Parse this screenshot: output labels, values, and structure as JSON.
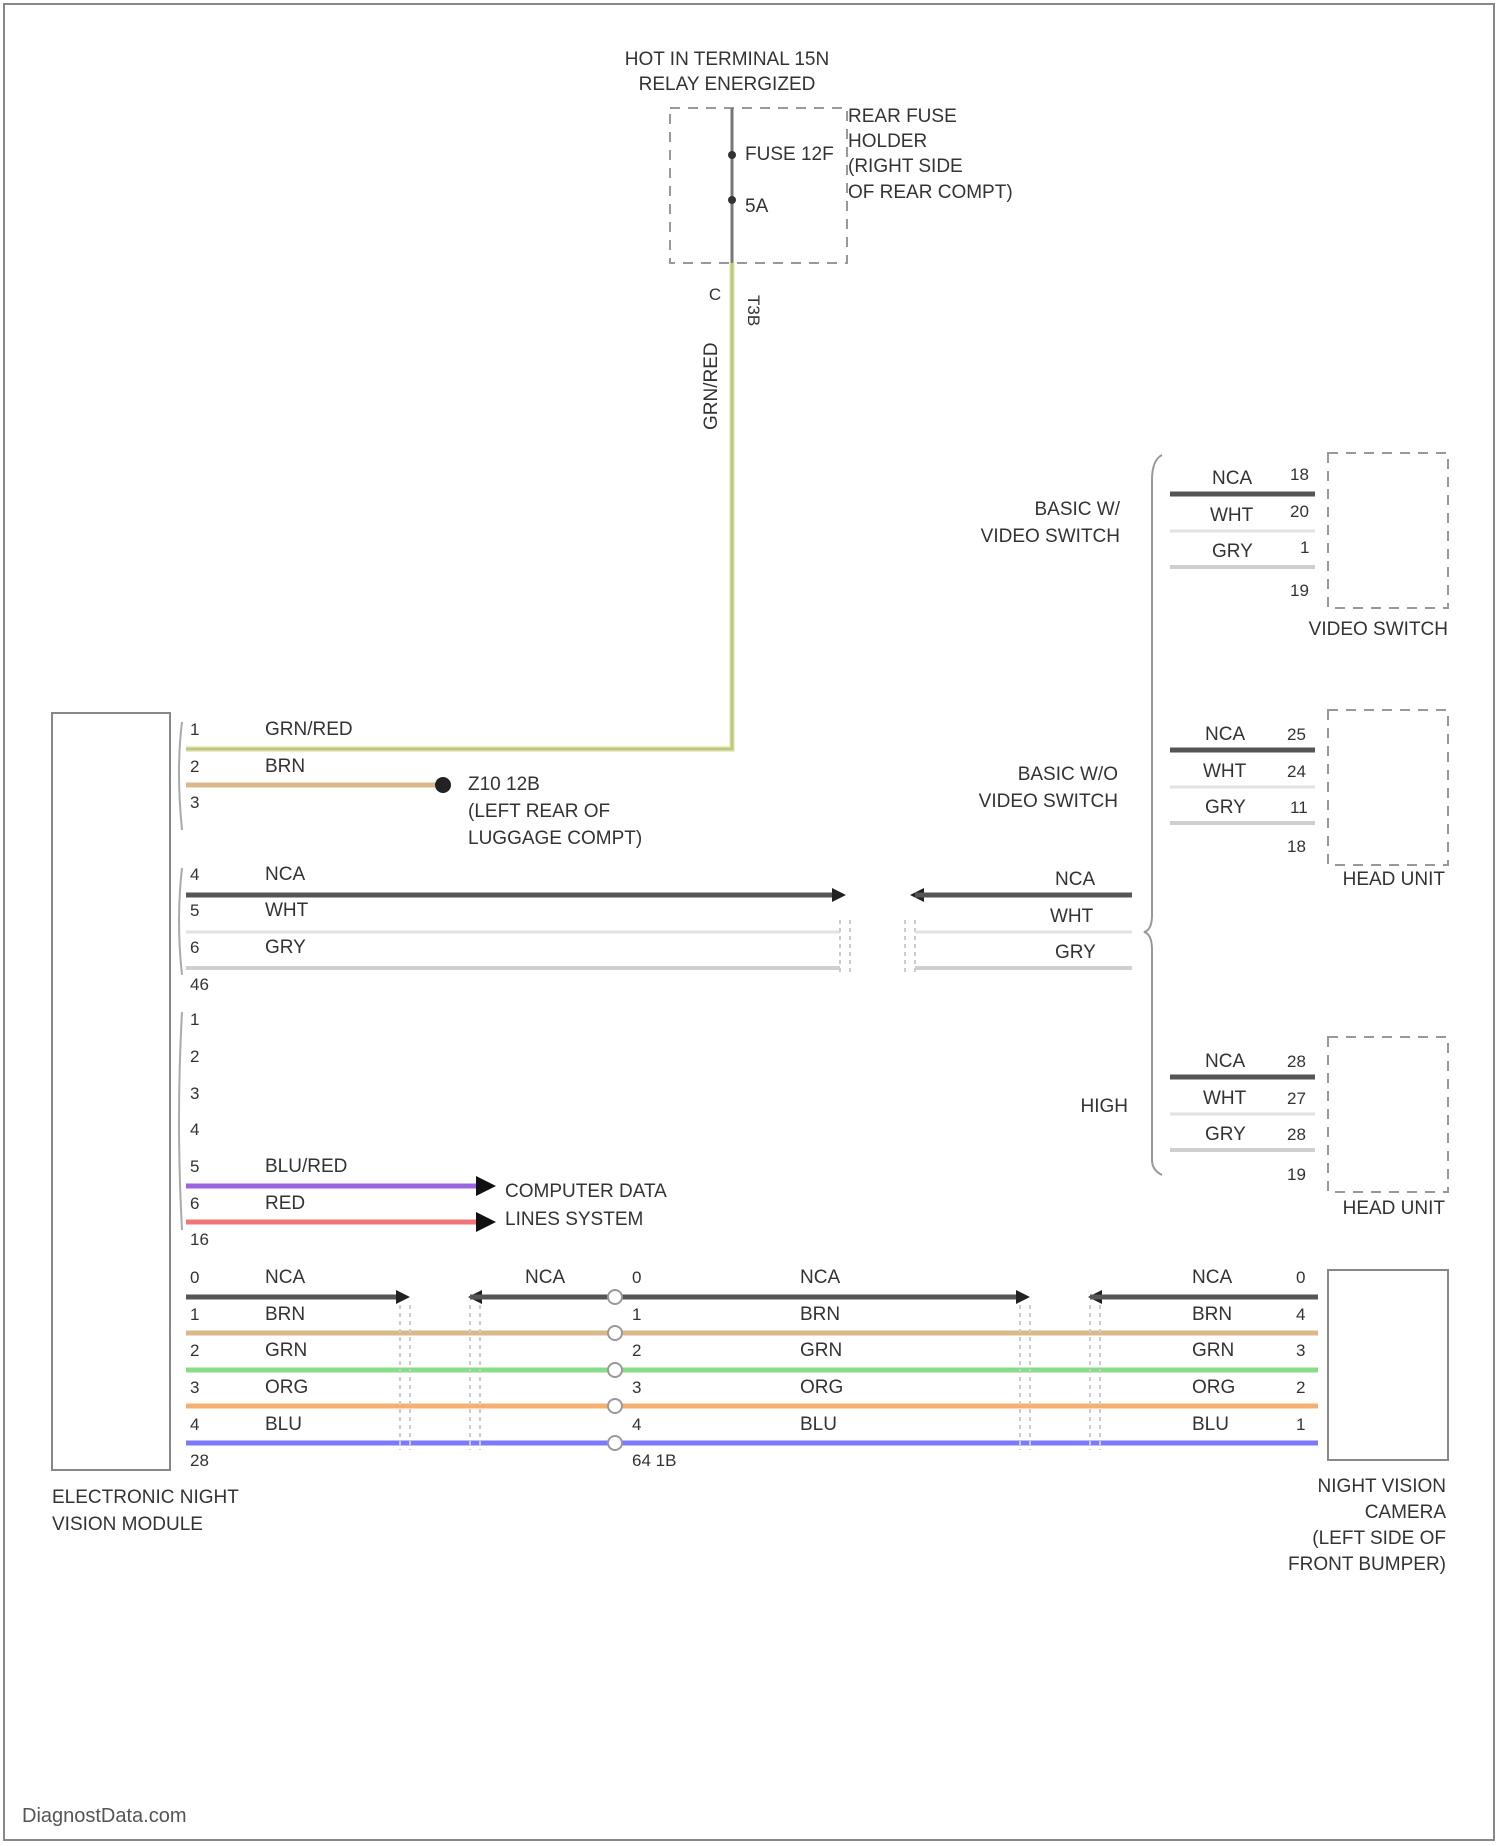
{
  "power": {
    "title_line1": "HOT IN TERMINAL 15N",
    "title_line2": "RELAY ENERGIZED",
    "fuse_name": "FUSE 12F",
    "fuse_rating": "5A",
    "holder_line1": "REAR FUSE",
    "holder_line2": "HOLDER",
    "holder_line3": "(RIGHT SIDE",
    "holder_line4": "OF REAR COMPT)",
    "wire_color": "GRN/RED",
    "connector_pin": "C",
    "connector_id": "T3B",
    "color_hex": "#d4dc9a"
  },
  "module": {
    "name_line1": "ELECTRONIC NIGHT",
    "name_line2": "VISION MODULE",
    "pins_a": [
      "1",
      "2",
      "3"
    ],
    "wires_a": [
      "GRN/RED",
      "BRN"
    ],
    "ground_id": "Z10 12B",
    "ground_loc_line1": "(LEFT REAR OF",
    "ground_loc_line2": "LUGGAGE COMPT)",
    "pins_b": [
      "4",
      "5",
      "6"
    ],
    "wires_b": [
      "NCA",
      "WHT",
      "GRY"
    ],
    "conn_b": "46",
    "pins_c": [
      "1",
      "2",
      "3",
      "4",
      "5",
      "6"
    ],
    "wires_c": [
      "BLU/RED",
      "RED"
    ],
    "can_line1": "COMPUTER DATA",
    "can_line2": "LINES SYSTEM",
    "conn_c": "16",
    "pins_d": [
      "0",
      "1",
      "2",
      "3",
      "4"
    ],
    "wires_d": [
      "NCA",
      "BRN",
      "GRN",
      "ORG",
      "BLU"
    ],
    "conn_d": "28"
  },
  "video_branch": {
    "wires": [
      "NCA",
      "WHT",
      "GRY"
    ]
  },
  "options": [
    {
      "label_line1": "BASIC W/",
      "label_line2": "VIDEO SWITCH",
      "wires": [
        "NCA",
        "WHT",
        "GRY"
      ],
      "pins": [
        "18",
        "20",
        "1",
        "19"
      ],
      "component": "VIDEO SWITCH"
    },
    {
      "label_line1": "BASIC W/O",
      "label_line2": "VIDEO SWITCH",
      "wires": [
        "NCA",
        "WHT",
        "GRY"
      ],
      "pins": [
        "25",
        "24",
        "11",
        "18"
      ],
      "component": "HEAD UNIT"
    },
    {
      "label_line1": "HIGH",
      "label_line2": "",
      "wires": [
        "NCA",
        "WHT",
        "GRY"
      ],
      "pins": [
        "28",
        "27",
        "28",
        "19"
      ],
      "component": "HEAD UNIT"
    }
  ],
  "camera": {
    "inline_pins": [
      "0",
      "1",
      "2",
      "3",
      "4"
    ],
    "inline_conn": "64 1B",
    "mid_wires": [
      "NCA",
      "NCA",
      "BRN",
      "GRN",
      "ORG",
      "BLU"
    ],
    "right_wires": [
      "NCA",
      "BRN",
      "GRN",
      "ORG",
      "BLU"
    ],
    "pins": [
      "0",
      "4",
      "3",
      "2",
      "1"
    ],
    "name_line1": "NIGHT VISION",
    "name_line2": "CAMERA",
    "name_line3": "(LEFT SIDE OF",
    "name_line4": "FRONT BUMPER)"
  },
  "colors": {
    "grn_red": "#d4dc9a",
    "brn": "#d9b98a",
    "nca": "#555555",
    "wht": "#e8e8e8",
    "gry": "#d0d0d0",
    "blu_red": "#9966dd",
    "red": "#f27474",
    "grn": "#88dd88",
    "org": "#f5b070",
    "blu": "#7a7aff"
  },
  "watermark": "DiagnostData.com"
}
